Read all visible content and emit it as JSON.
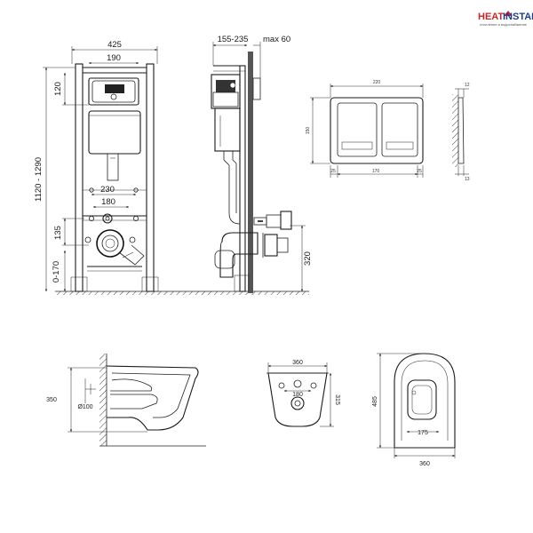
{
  "brand": {
    "heat": "HEAT",
    "install": "INSTALL",
    "tagline": "отопление и водоснабжение",
    "accent_red": "#c62828",
    "accent_blue": "#1f3c88"
  },
  "frame_front": {
    "width_total": "425",
    "width_top": "190",
    "height_range": "1120 - 1290",
    "height_top": "120",
    "width_mid": "230",
    "width_inner": "180",
    "height_135": "135",
    "height_low": "0-170"
  },
  "frame_side": {
    "depth_range": "155-235",
    "depth_max": "max 60",
    "height_320": "320"
  },
  "flush_plate": {
    "width": "220",
    "height": "150",
    "margin_left": "25",
    "inner_width": "170",
    "margin_right": "25",
    "depth": "12",
    "depth_low": "13"
  },
  "bowl": {
    "height_350": "350",
    "outlet": "Ø100",
    "width_360": "360",
    "holes_180": "180",
    "height_315": "315",
    "length_485": "485",
    "seat_175": "175",
    "width_360_bottom": "360"
  }
}
